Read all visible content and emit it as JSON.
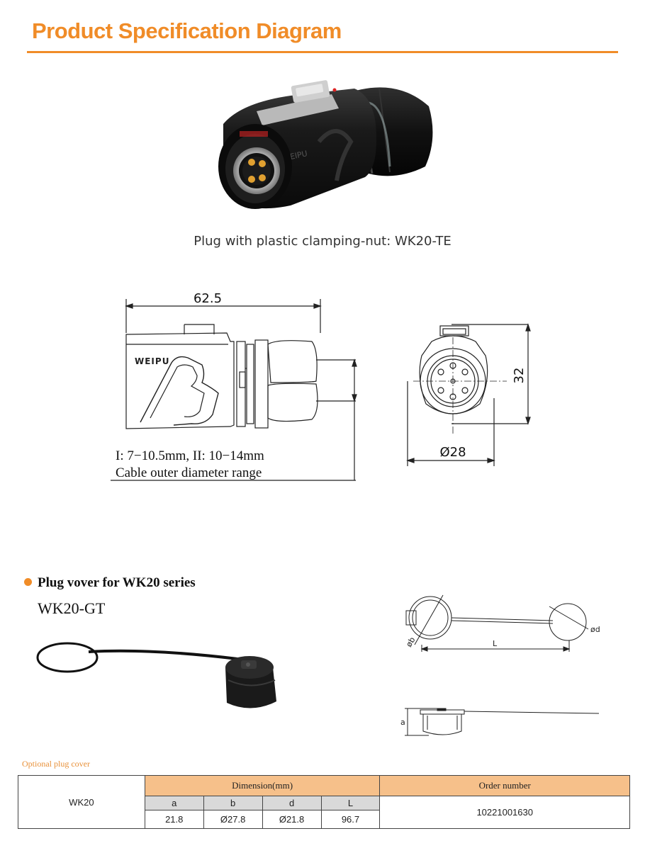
{
  "header": {
    "title": "Product Specification Diagram"
  },
  "photo": {
    "caption": "Plug with plastic clamping-nut: WK20-TE",
    "brand": "WEIPU"
  },
  "side_drawing": {
    "length": "62.5",
    "brand_label": "WEIPU",
    "cable_range": "I: 7−10.5mm, II: 10−14mm",
    "cable_caption": "Cable outer diameter range"
  },
  "front_drawing": {
    "height": "32",
    "diameter": "Ø28"
  },
  "cover_section": {
    "title": "Plug vover for WK20 series",
    "model": "WK20-GT",
    "drawing_labels": {
      "b": "øb",
      "L": "L",
      "d": "ød",
      "a": "a"
    }
  },
  "table": {
    "caption": "Optional plug cover",
    "row_label": "WK20",
    "dimension_header": "Dimension(mm)",
    "order_header": "Order number",
    "columns": [
      "a",
      "b",
      "d",
      "L"
    ],
    "values": [
      "21.8",
      "Ø27.8",
      "Ø21.8",
      "96.7"
    ],
    "order_number": "10221001630"
  },
  "colors": {
    "accent": "#f08c28",
    "table_header": "#f6c08a",
    "table_subheader": "#d9d9d9"
  }
}
